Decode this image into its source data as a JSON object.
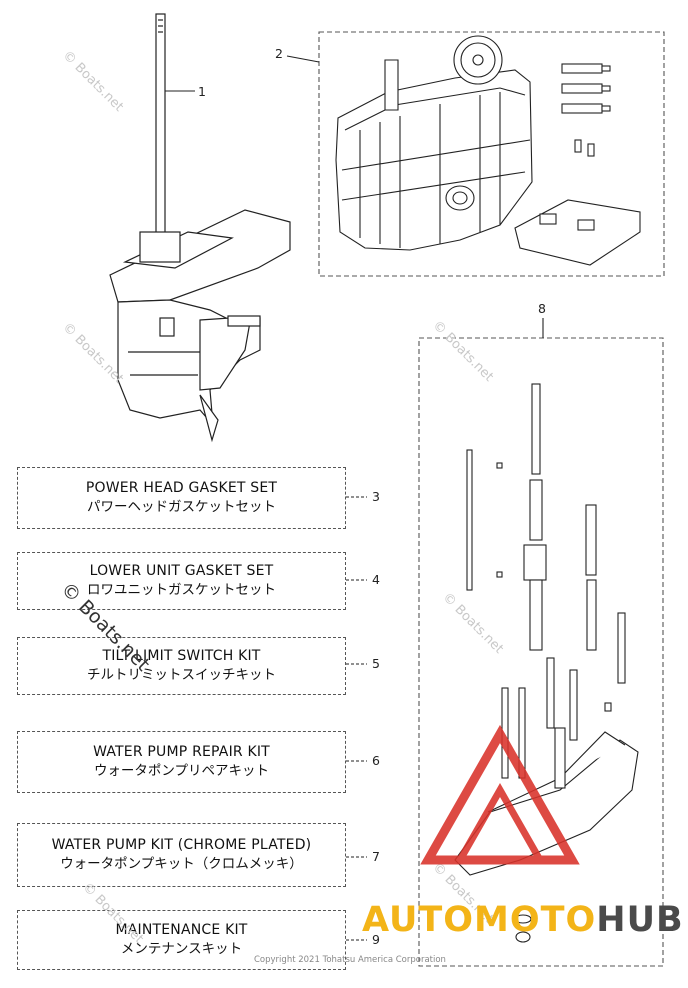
{
  "callouts": [
    "1",
    "2",
    "3",
    "4",
    "5",
    "6",
    "7",
    "8",
    "9"
  ],
  "kits": [
    {
      "en": "POWER HEAD GASKET SET",
      "jp": "パワーヘッドガスケットセット",
      "num": "3"
    },
    {
      "en": "LOWER UNIT GASKET SET",
      "jp": "ロワユニットガスケットセット",
      "num": "4"
    },
    {
      "en": "TILT LIMIT SWITCH KIT",
      "jp": "チルトリミットスイッチキット",
      "num": "5"
    },
    {
      "en": "WATER PUMP REPAIR KIT",
      "jp": "ウォータポンプリペアキット",
      "num": "6"
    },
    {
      "en": "WATER PUMP KIT (CHROME PLATED)",
      "jp": "ウォータポンプキット（クロムメッキ）",
      "num": "7"
    },
    {
      "en": "MAINTENANCE KIT",
      "jp": "メンテナンスキット",
      "num": "9"
    }
  ],
  "watermark": "© Boats.net",
  "copyright": "Copyright 2021 Tohatsu America Corporation",
  "brand": {
    "part1": "AUTOMOTO",
    "part2": "HUB"
  },
  "colors": {
    "brand_yellow": "#f3b418",
    "brand_red": "#d9322a",
    "brand_dark": "#4a4a4a"
  }
}
